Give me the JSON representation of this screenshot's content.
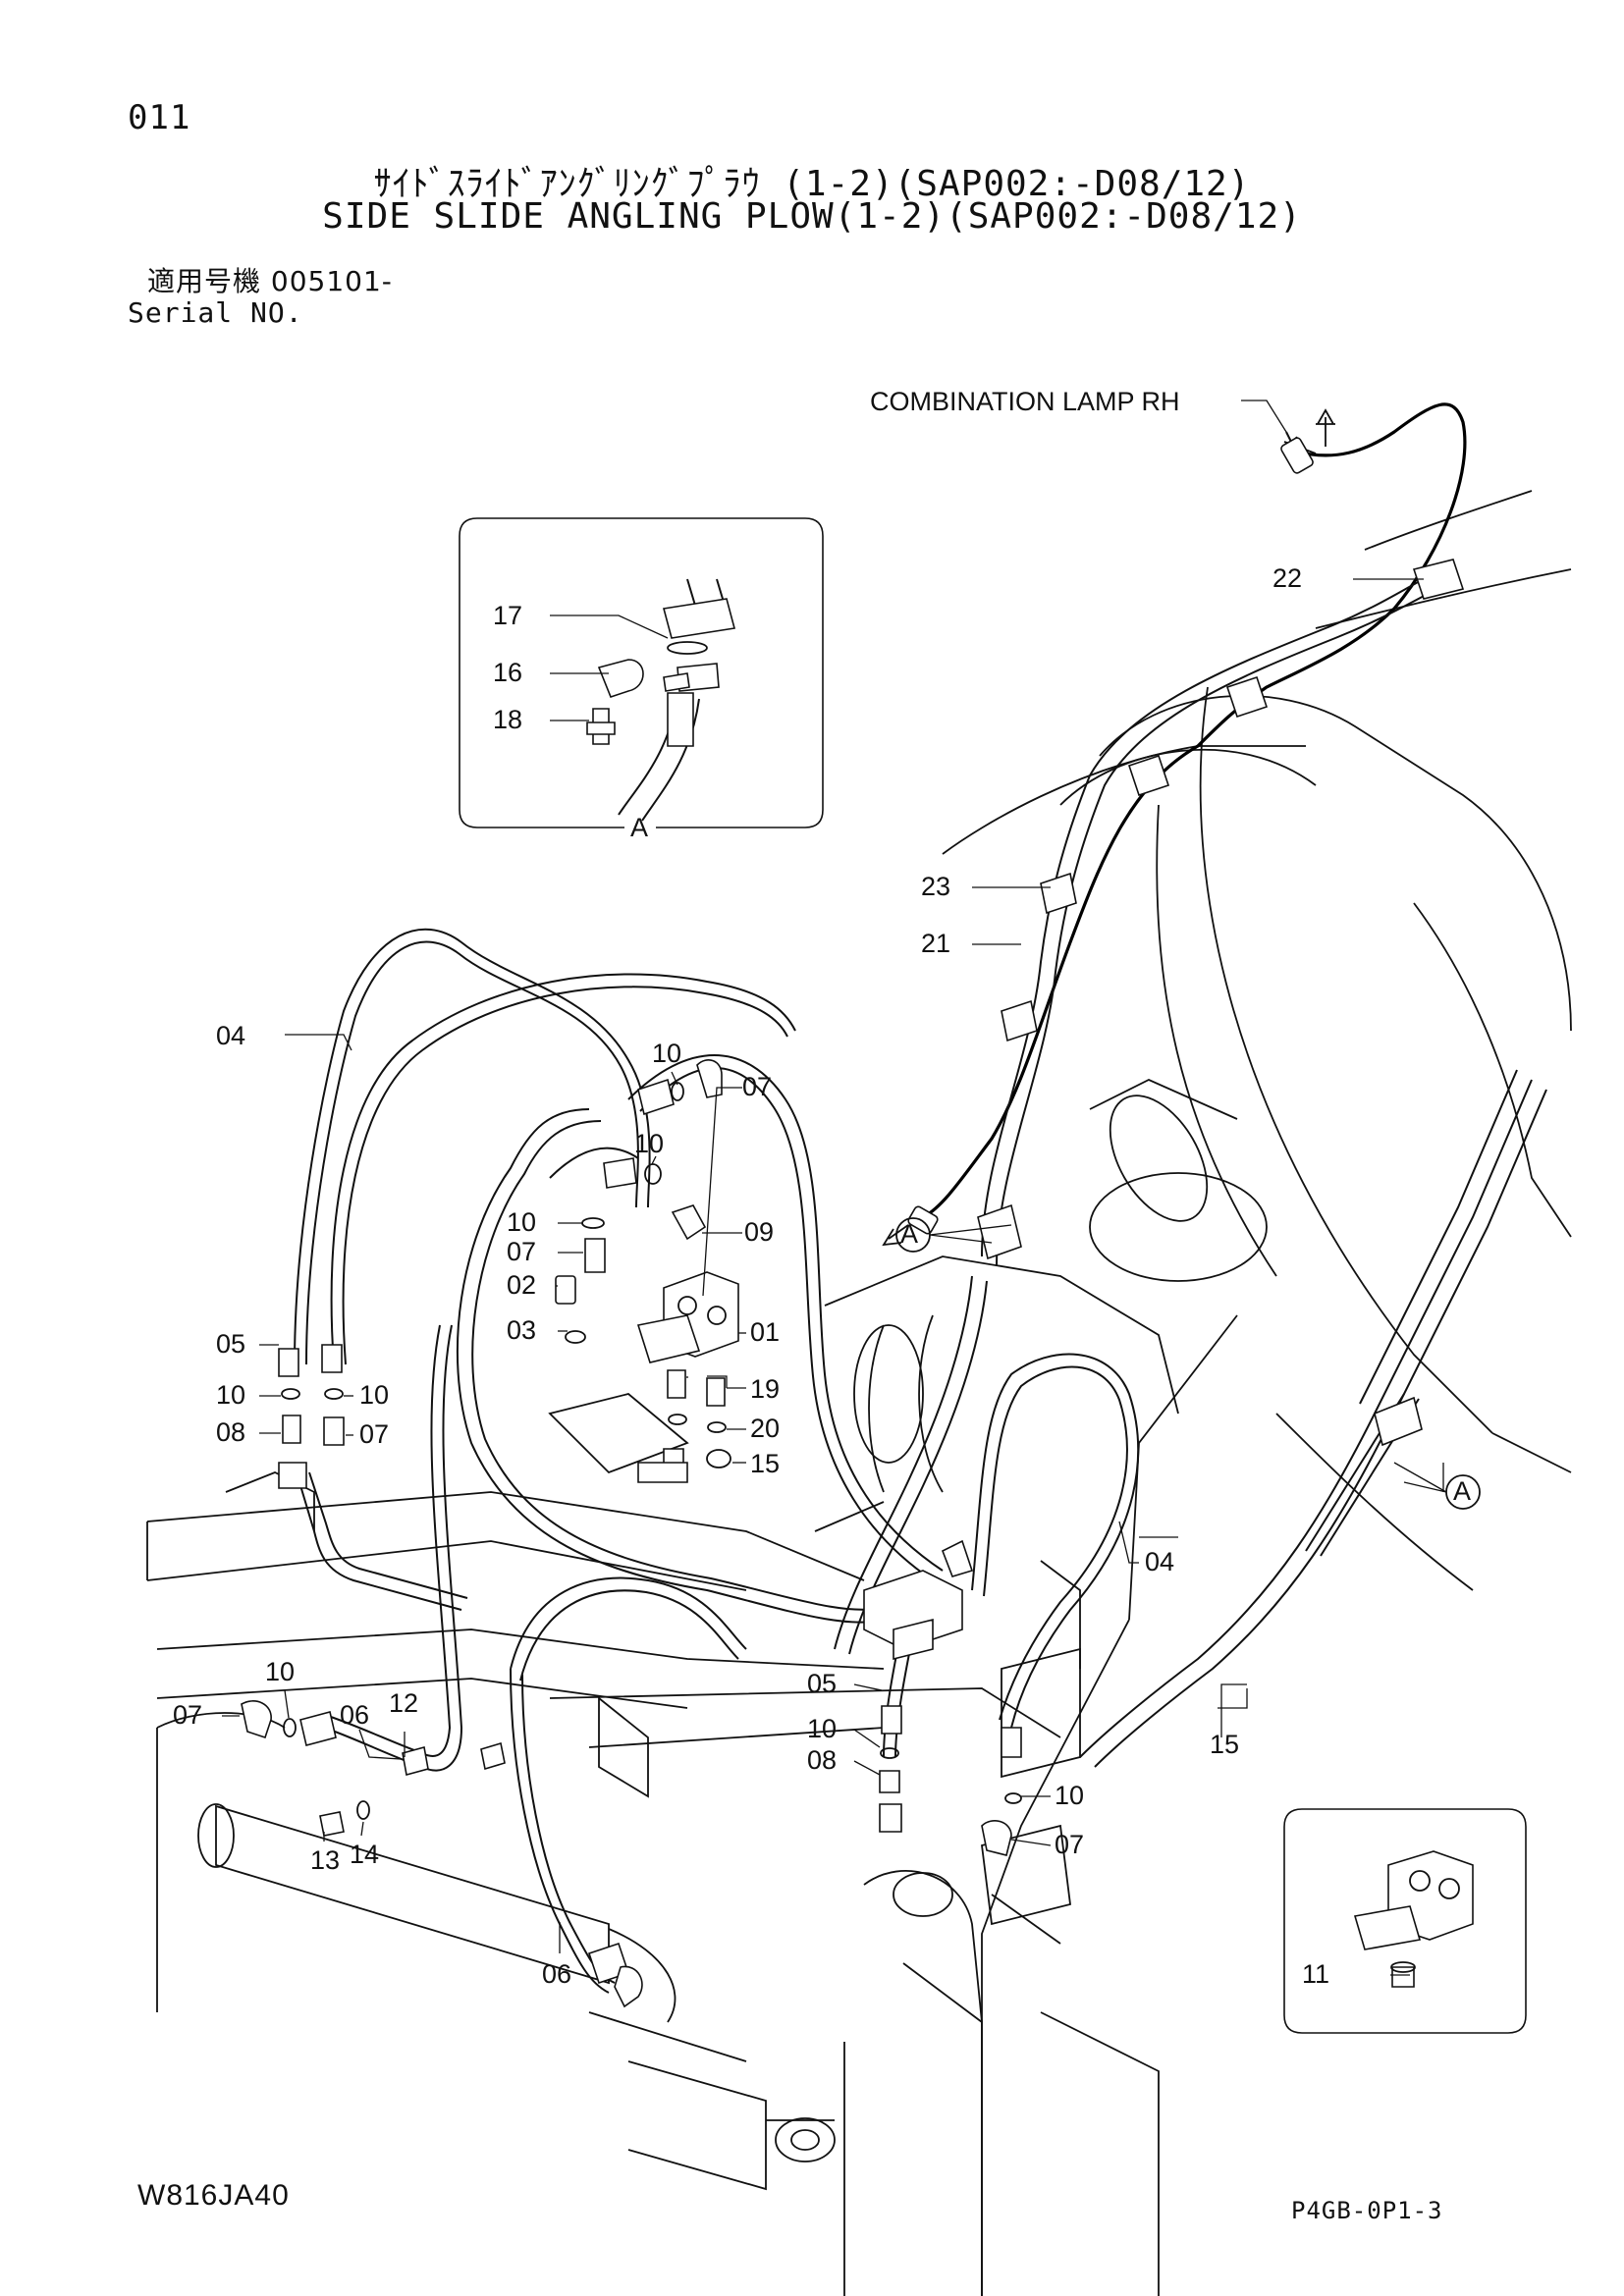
{
  "header": {
    "page_number": "011",
    "title_japanese": "ｻｲﾄﾞｽﾗｲﾄﾞｱﾝｸﾞﾘﾝｸﾞﾌﾟﾗｳ (1-2)(SAP002:-D08/12)",
    "title_english": "SIDE SLIDE ANGLING PLOW(1-2)(SAP002:-D08/12)",
    "serial_label_jp": "適用号機 005101-",
    "serial_label_en": "Serial NO."
  },
  "callouts": {
    "combination_lamp": "COMBINATION LAMP RH",
    "detail_a_label": "A",
    "view_a_left": "A",
    "view_a_right": "A",
    "p01": "01",
    "p02": "02",
    "p03": "03",
    "p04_left": "04",
    "p04_right": "04",
    "p05_left": "05",
    "p05_bottom": "05",
    "p06_mid": "06",
    "p06_bottom": "06",
    "p07_top": "07",
    "p07_mid": "07",
    "p07_lower": "07",
    "p07_left": "07",
    "p07_right": "07",
    "p08_left": "08",
    "p08_bottom": "08",
    "p09": "09",
    "p10_a": "10",
    "p10_b": "10",
    "p10_c": "10",
    "p10_d": "10",
    "p10_e": "10",
    "p10_f": "10",
    "p10_g": "10",
    "p10_h": "10",
    "p11": "11",
    "p12": "12",
    "p13": "13",
    "p14": "14",
    "p15_mid": "15",
    "p15_right": "15",
    "p16": "16",
    "p17": "17",
    "p18": "18",
    "p19": "19",
    "p20": "20",
    "p21": "21",
    "p22": "22",
    "p23": "23"
  },
  "footer": {
    "drawing_code": "W816JA40",
    "sheet_code": "P4GB-0P1-3"
  }
}
